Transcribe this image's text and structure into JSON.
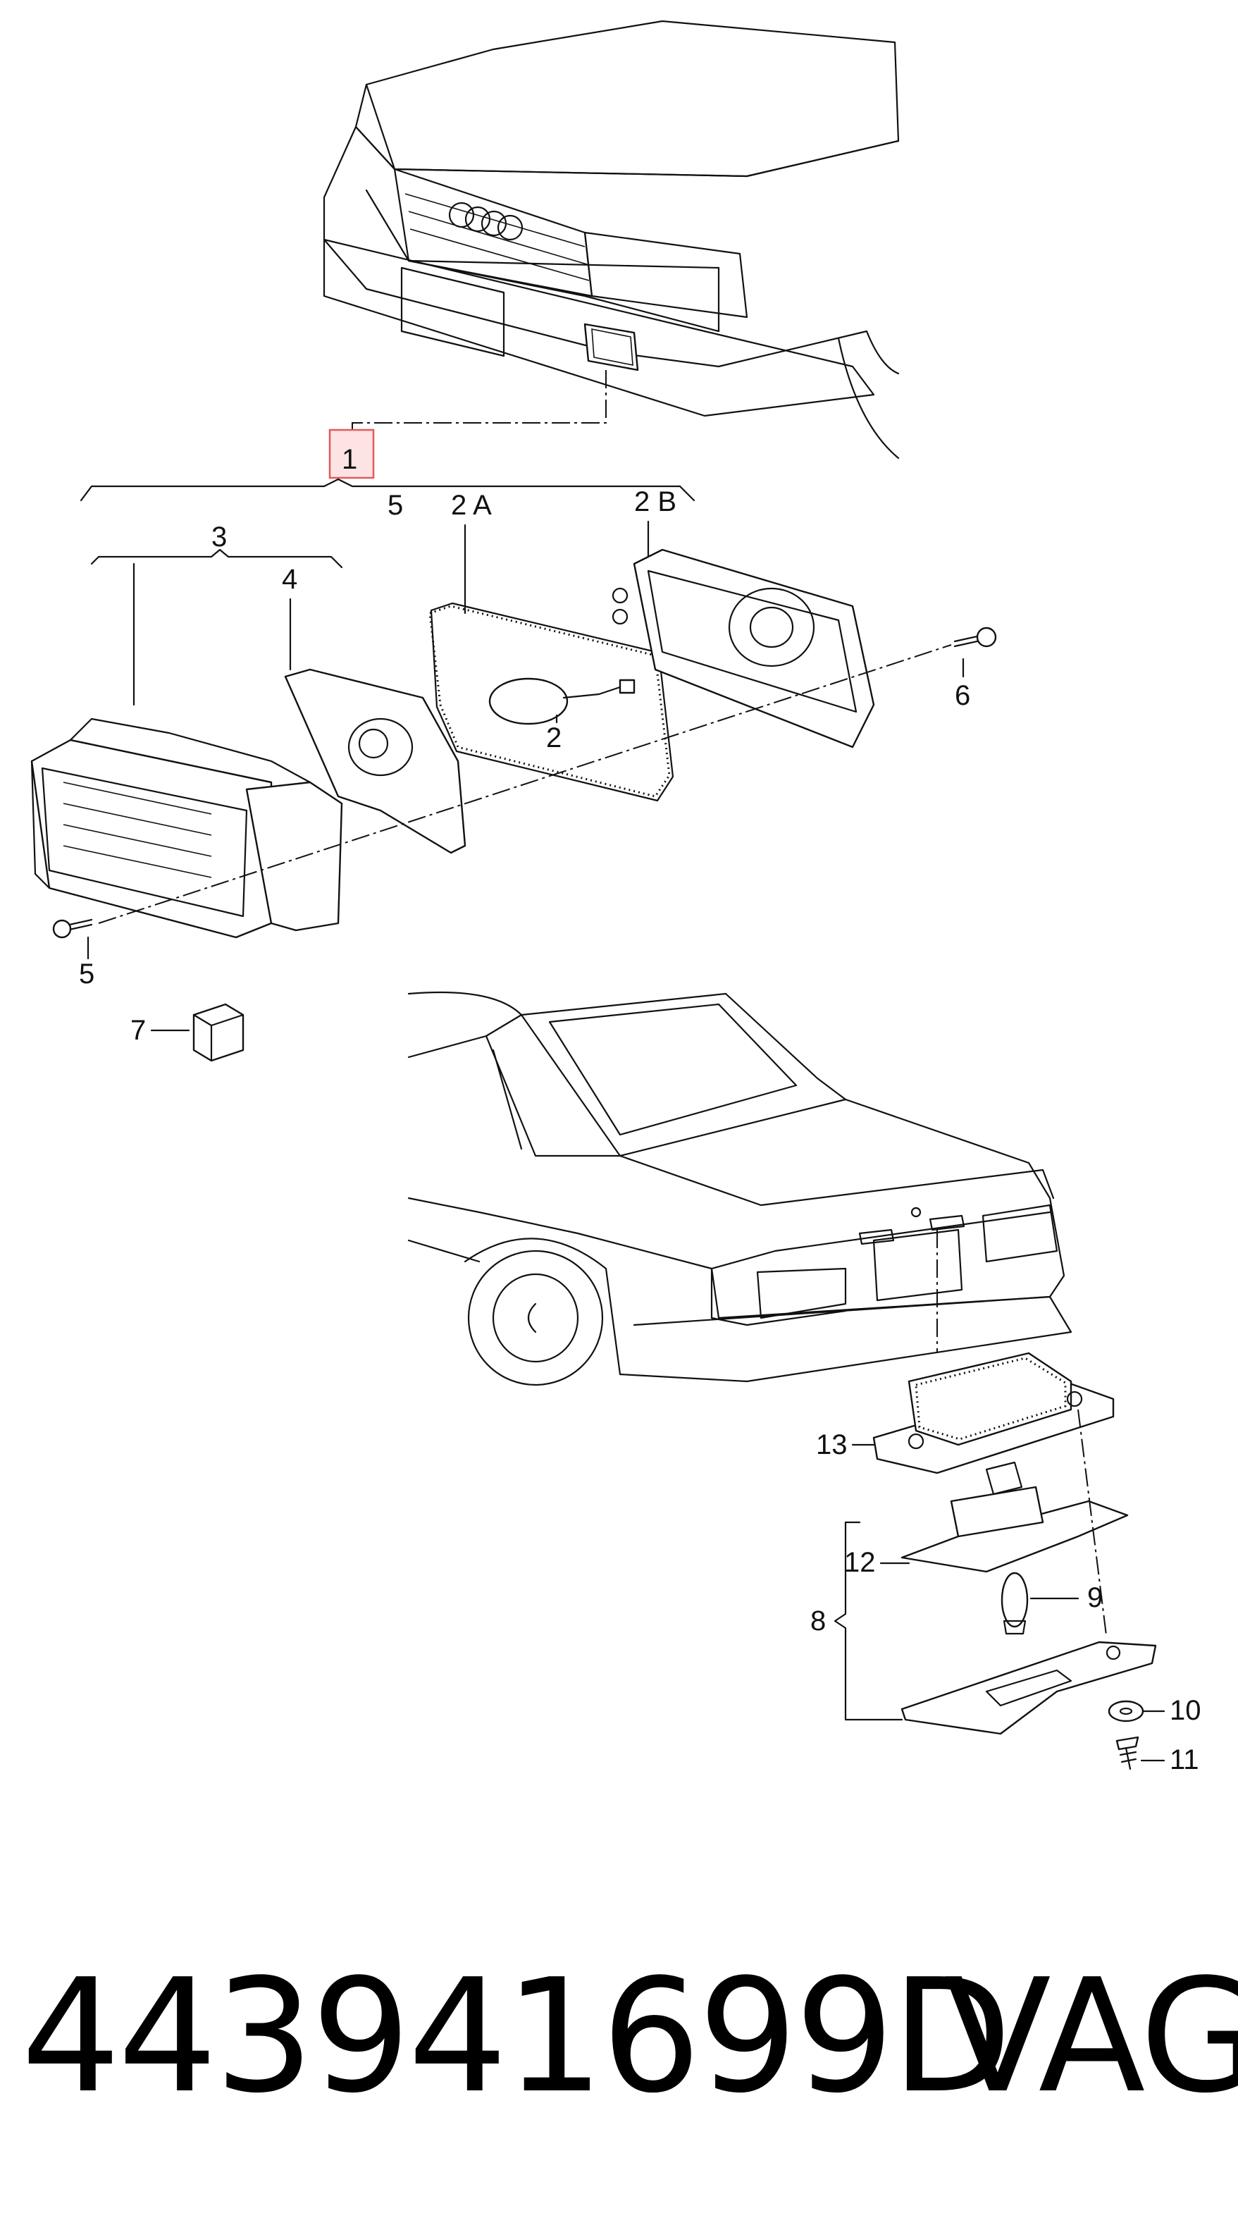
{
  "callouts": {
    "c1": "1",
    "c2": "2",
    "c2a": "2 A",
    "c2b": "2 B",
    "c3": "3",
    "c4": "4",
    "c5_top": "5",
    "c5_bottom": "5",
    "c6": "6",
    "c7": "7",
    "c8": "8",
    "c9": "9",
    "c10": "10",
    "c11": "11",
    "c12": "12",
    "c13": "13"
  },
  "footer": {
    "part_number": "443941699D",
    "brand": "VAG"
  },
  "colors": {
    "highlight_fill": "#fde3e3",
    "highlight_stroke": "#e35a5a",
    "line": "#111111"
  }
}
